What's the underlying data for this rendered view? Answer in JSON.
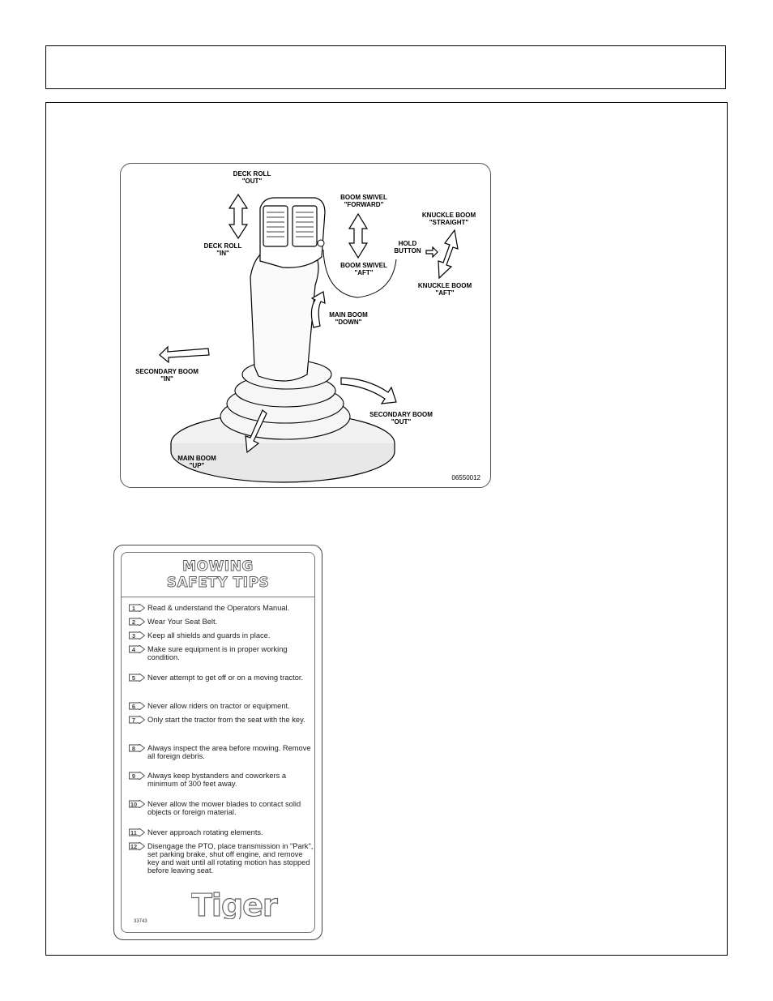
{
  "joystick_figure": {
    "labels": {
      "deck_roll_out": [
        "DECK ROLL",
        "\"OUT\""
      ],
      "deck_roll_in": [
        "DECK ROLL",
        "\"IN\""
      ],
      "boom_swivel_forward": [
        "BOOM SWIVEL",
        "\"FORWARD\""
      ],
      "boom_swivel_aft": [
        "BOOM SWIVEL",
        "\"AFT\""
      ],
      "knuckle_boom_straight": [
        "KNUCKLE BOOM",
        "\"STRAIGHT\""
      ],
      "knuckle_boom_aft": [
        "KNUCKLE BOOM",
        "\"AFT\""
      ],
      "hold_button": [
        "HOLD",
        "BUTTON"
      ],
      "main_boom_down": [
        "MAIN BOOM",
        "\"DOWN\""
      ],
      "main_boom_up": [
        "MAIN BOOM",
        "\"UP\""
      ],
      "secondary_boom_in": [
        "SECONDARY BOOM",
        "\"IN\""
      ],
      "secondary_boom_out": [
        "SECONDARY BOOM",
        "\"OUT\""
      ]
    },
    "part_number": "06550012"
  },
  "safety_decal": {
    "title": [
      "MOWING",
      "SAFETY TIPS"
    ],
    "tips": [
      {
        "num": "1",
        "text": "Read & understand the Operators Manual."
      },
      {
        "num": "2",
        "text": "Wear Your Seat Belt."
      },
      {
        "num": "3",
        "text": "Keep all shields and guards in place."
      },
      {
        "num": "4",
        "text": "Make sure equipment is in proper working condition."
      },
      {
        "num": "5",
        "text": "Never attempt to get off or on a moving tractor."
      },
      {
        "num": "6",
        "text": "Never allow riders on tractor or equipment."
      },
      {
        "num": "7",
        "text": "Only start the tractor from the seat with the key."
      },
      {
        "num": "8",
        "text": "Always inspect the area before mowing. Remove all foreign debris."
      },
      {
        "num": "9",
        "text": "Always keep bystanders and coworkers a minimum of 300 feet away."
      },
      {
        "num": "10",
        "text": "Never allow the mower blades to contact solid objects or foreign material."
      },
      {
        "num": "11",
        "text": "Never approach rotating elements."
      },
      {
        "num": "12",
        "text": "Disengage the PTO, place transmission in \"Park\", set parking brake, shut off engine, and remove key and wait until all rotating motion has stopped before leaving seat."
      }
    ],
    "logo_text": "Tiger",
    "decal_number": "33743"
  }
}
